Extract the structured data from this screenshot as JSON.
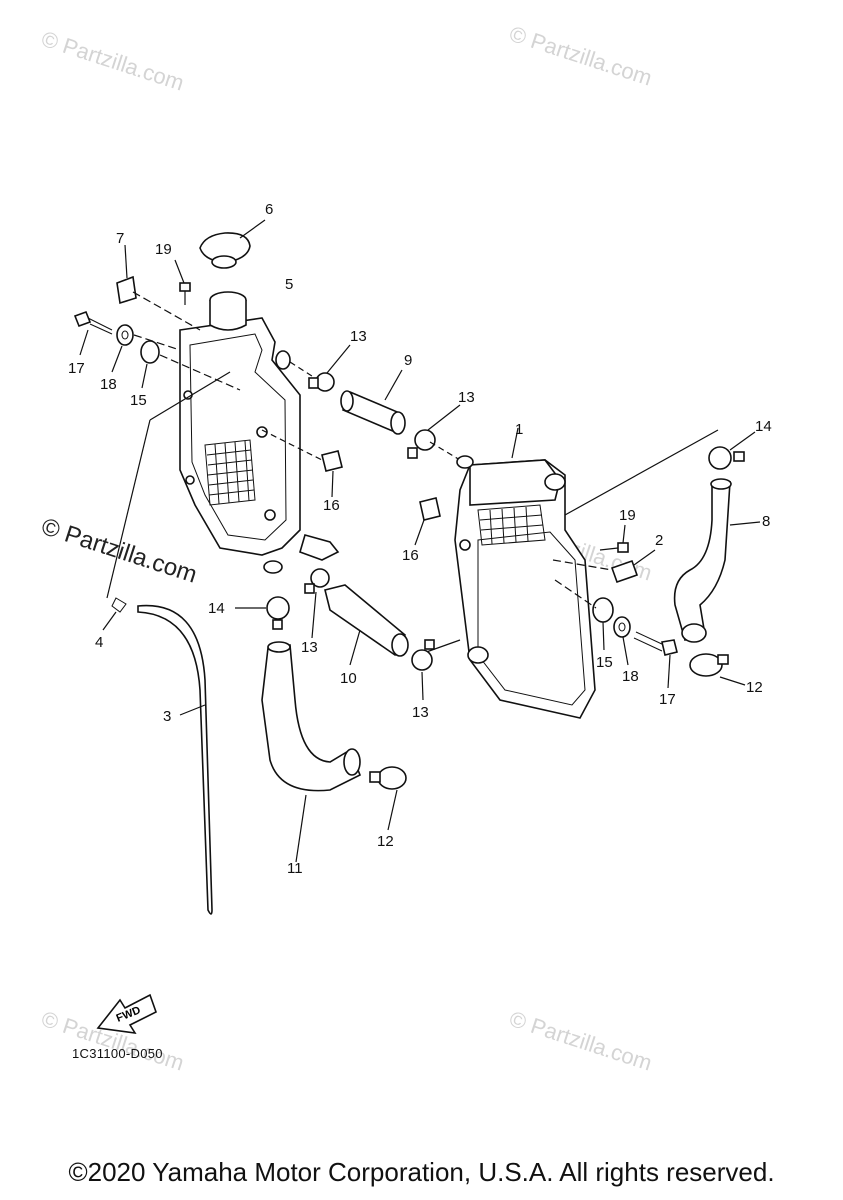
{
  "watermarks": [
    {
      "text": "© Partzilla.com"
    },
    {
      "text": "© Partzilla.com"
    },
    {
      "text": "© Partzilla.com"
    },
    {
      "text": "© Partzilla.com"
    },
    {
      "text": "© Partzilla.com"
    }
  ],
  "main_watermark": "© Partzilla.com",
  "callouts": [
    "1",
    "2",
    "3",
    "4",
    "5",
    "6",
    "7",
    "8",
    "9",
    "10",
    "11",
    "12",
    "12",
    "13",
    "13",
    "13",
    "13",
    "14",
    "14",
    "15",
    "15",
    "16",
    "16",
    "17",
    "17",
    "18",
    "18",
    "19",
    "19"
  ],
  "fwd_label": "FWD",
  "diagram_code": "1C31100-D050",
  "copyright": "©2020 Yamaha Motor Corporation, U.S.A. All rights reserved."
}
